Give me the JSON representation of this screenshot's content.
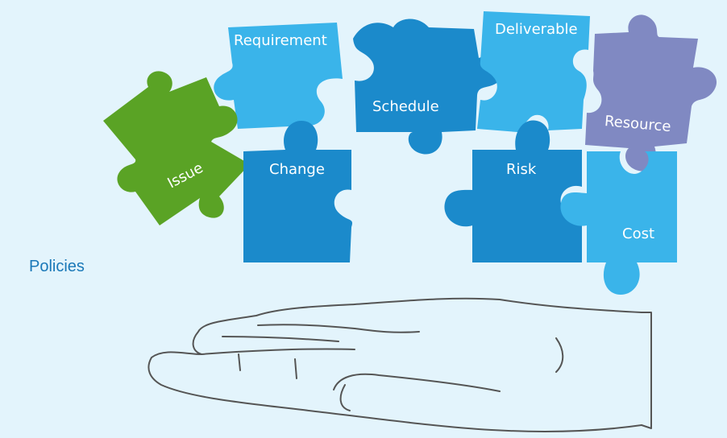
{
  "side_label": "Policies",
  "pieces": {
    "requirement": "Requirement",
    "schedule": "Schedule",
    "deliverable": "Deliverable",
    "resource": "Resource",
    "issue": "Issue",
    "change": "Change",
    "risk": "Risk",
    "cost": "Cost"
  },
  "colors": {
    "background": "#e3f4fc",
    "light_blue": "#3ab4ea",
    "mid_blue": "#1b8acb",
    "purple": "#8089c2",
    "green": "#5aa325",
    "text_accent": "#1a78b8",
    "hand_outline": "#555555"
  }
}
